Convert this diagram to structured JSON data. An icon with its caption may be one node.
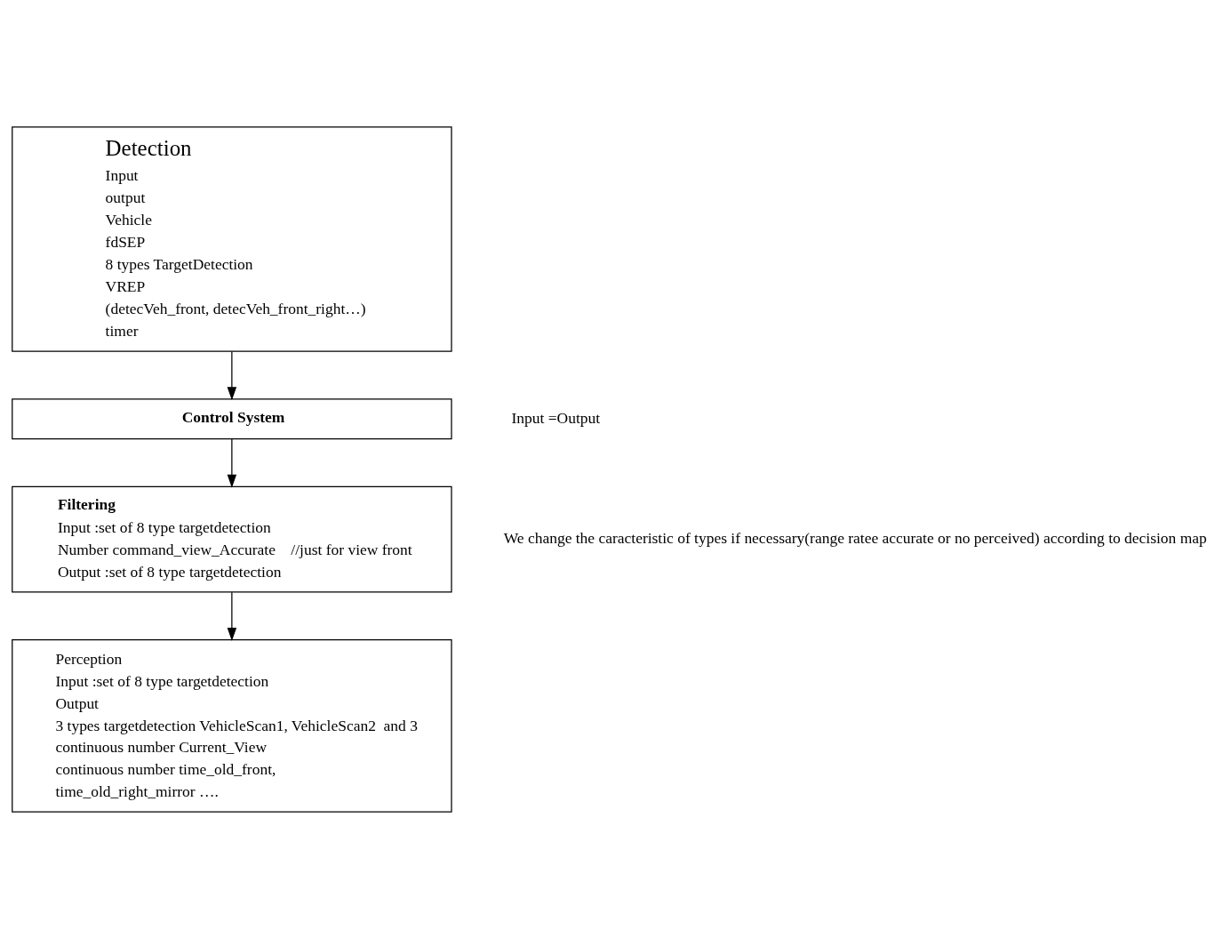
{
  "diagram": {
    "nodes": [
      {
        "text": [
          "Detection",
          "Input",
          "output",
          "Vehicle",
          "fdSEP",
          "8 types TargetDetection",
          "VREP",
          "(detecVeh_front, detecVeh_front_right…)",
          "timer"
        ]
      },
      {
        "text": [
          "Control System"
        ],
        "beside": [
          "Input =Output"
        ]
      },
      {
        "text": [
          "Filtering",
          "Input :set of 8 type targetdetection",
          "Number command_view_Accurate    //just for view front",
          "Output :set of 8 type targetdetection"
        ],
        "beside": [
          "We change the caracteristic of types if necessary(range ratee accurate or no perceived) according to decision map"
        ]
      },
      {
        "text": [
          "Perception",
          "Input :set of 8 type targetdetection",
          "Output",
          "3 types targetdetection VehicleScan1, VehicleScan2  and 3",
          "continuous number Current_View",
          "continuous number time_old_front,",
          "time_old_right_mirror …."
        ]
      }
    ],
    "edges": [
      {
        "from": 0,
        "to": 1,
        "arrow": "to"
      },
      {
        "from": 1,
        "to": 2,
        "arrow": "to"
      },
      {
        "from": 2,
        "to": 3,
        "arrow": "to"
      }
    ]
  }
}
